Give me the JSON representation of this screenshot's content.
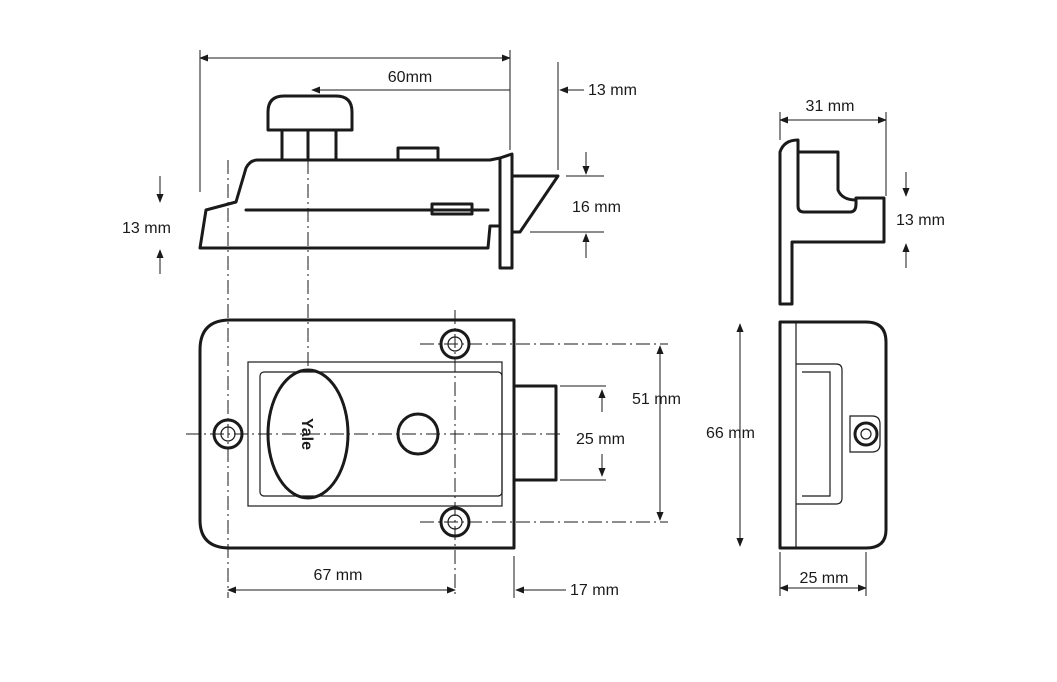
{
  "dimensions": {
    "top_width": "60mm",
    "bolt_throw_top": "13 mm",
    "base_height_left": "13 mm",
    "bolt_height": "16 mm",
    "side_width": "31 mm",
    "side_height": "13 mm",
    "screw_spacing": "51 mm",
    "bolt_width": "25 mm",
    "overall_height": "66 mm",
    "case_width": "67 mm",
    "bolt_projection": "17 mm",
    "side_depth": "25 mm"
  },
  "brand": "Yale",
  "colors": {
    "line": "#1a1a1a",
    "background": "#ffffff"
  }
}
